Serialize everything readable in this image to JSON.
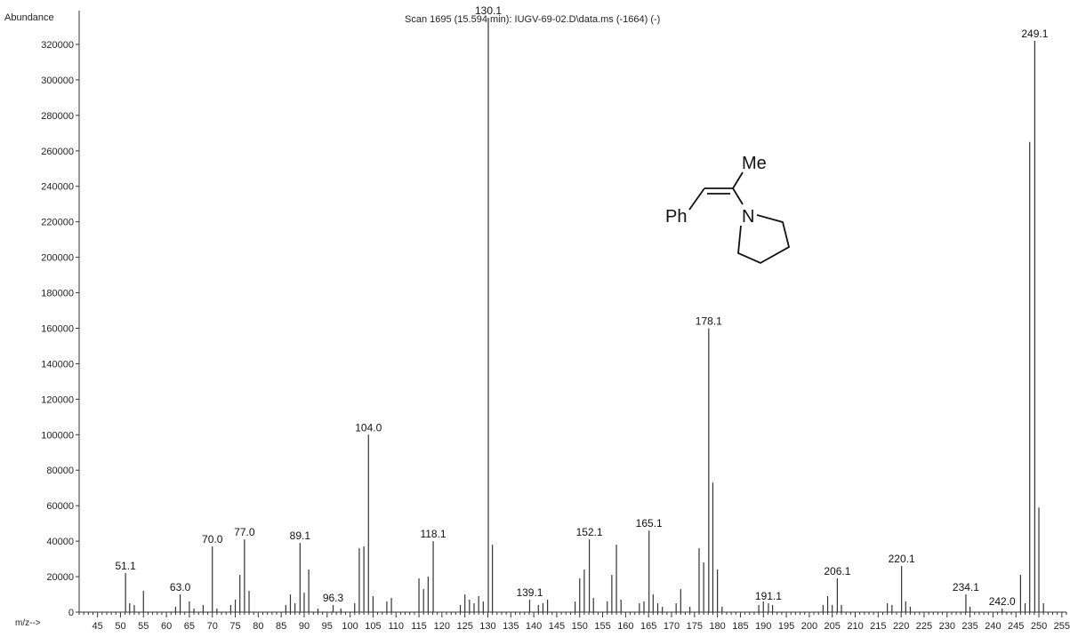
{
  "chart_data": {
    "type": "bar",
    "title": "Scan 1695 (15.594 min): IUGV-69-02.D\\data.ms (-1664) (-)",
    "ylabel": "Abundance",
    "xlabel": "m/z-->",
    "xlim": [
      41,
      256
    ],
    "ylim": [
      0,
      330000
    ],
    "yticks": [
      0,
      20000,
      40000,
      60000,
      80000,
      100000,
      120000,
      140000,
      160000,
      180000,
      200000,
      220000,
      240000,
      260000,
      280000,
      300000,
      320000
    ],
    "xticks": [
      45,
      50,
      55,
      60,
      65,
      70,
      75,
      80,
      85,
      90,
      95,
      100,
      105,
      110,
      115,
      120,
      125,
      130,
      135,
      140,
      145,
      150,
      155,
      160,
      165,
      170,
      175,
      180,
      185,
      190,
      195,
      200,
      205,
      210,
      215,
      220,
      225,
      230,
      235,
      240,
      245,
      250,
      255
    ],
    "peaks": [
      {
        "mz": 51.1,
        "abundance": 22000,
        "label": "51.1"
      },
      {
        "mz": 52,
        "abundance": 5000
      },
      {
        "mz": 53,
        "abundance": 4000
      },
      {
        "mz": 55,
        "abundance": 12000
      },
      {
        "mz": 62,
        "abundance": 3000
      },
      {
        "mz": 63.0,
        "abundance": 10000,
        "label": "63.0"
      },
      {
        "mz": 65,
        "abundance": 6000
      },
      {
        "mz": 66,
        "abundance": 2000
      },
      {
        "mz": 68,
        "abundance": 4000
      },
      {
        "mz": 70.0,
        "abundance": 37000,
        "label": "70.0"
      },
      {
        "mz": 71,
        "abundance": 2000
      },
      {
        "mz": 74,
        "abundance": 4000
      },
      {
        "mz": 75,
        "abundance": 7000
      },
      {
        "mz": 76,
        "abundance": 21000
      },
      {
        "mz": 77.0,
        "abundance": 41000,
        "label": "77.0"
      },
      {
        "mz": 78,
        "abundance": 12000
      },
      {
        "mz": 86,
        "abundance": 4000
      },
      {
        "mz": 87,
        "abundance": 10000
      },
      {
        "mz": 88,
        "abundance": 5000
      },
      {
        "mz": 89.1,
        "abundance": 39000,
        "label": "89.1"
      },
      {
        "mz": 90,
        "abundance": 11000
      },
      {
        "mz": 91,
        "abundance": 24000
      },
      {
        "mz": 93,
        "abundance": 2000
      },
      {
        "mz": 96.3,
        "abundance": 4000,
        "label": "96.3"
      },
      {
        "mz": 98,
        "abundance": 2000
      },
      {
        "mz": 101,
        "abundance": 5000
      },
      {
        "mz": 102,
        "abundance": 36000
      },
      {
        "mz": 103,
        "abundance": 37000
      },
      {
        "mz": 104.0,
        "abundance": 100000,
        "label": "104.0"
      },
      {
        "mz": 105,
        "abundance": 9000
      },
      {
        "mz": 108,
        "abundance": 6000
      },
      {
        "mz": 109,
        "abundance": 8000
      },
      {
        "mz": 115,
        "abundance": 19000
      },
      {
        "mz": 116,
        "abundance": 13000
      },
      {
        "mz": 117,
        "abundance": 20000
      },
      {
        "mz": 118.1,
        "abundance": 40000,
        "label": "118.1"
      },
      {
        "mz": 124,
        "abundance": 4000
      },
      {
        "mz": 125,
        "abundance": 10000
      },
      {
        "mz": 126,
        "abundance": 7000
      },
      {
        "mz": 127,
        "abundance": 5000
      },
      {
        "mz": 128,
        "abundance": 9000
      },
      {
        "mz": 129,
        "abundance": 6000
      },
      {
        "mz": 130.1,
        "abundance": 335000,
        "label": "130.1"
      },
      {
        "mz": 131,
        "abundance": 38000
      },
      {
        "mz": 139.1,
        "abundance": 7000,
        "label": "139.1"
      },
      {
        "mz": 141,
        "abundance": 4000
      },
      {
        "mz": 142,
        "abundance": 5000
      },
      {
        "mz": 143,
        "abundance": 7000
      },
      {
        "mz": 149,
        "abundance": 6000
      },
      {
        "mz": 150,
        "abundance": 19000
      },
      {
        "mz": 151,
        "abundance": 24000
      },
      {
        "mz": 152.1,
        "abundance": 41000,
        "label": "152.1"
      },
      {
        "mz": 153,
        "abundance": 8000
      },
      {
        "mz": 156,
        "abundance": 6000
      },
      {
        "mz": 157,
        "abundance": 21000
      },
      {
        "mz": 158,
        "abundance": 38000
      },
      {
        "mz": 159,
        "abundance": 7000
      },
      {
        "mz": 163,
        "abundance": 5000
      },
      {
        "mz": 164,
        "abundance": 6000
      },
      {
        "mz": 165.1,
        "abundance": 46000,
        "label": "165.1"
      },
      {
        "mz": 166,
        "abundance": 10000
      },
      {
        "mz": 167,
        "abundance": 5000
      },
      {
        "mz": 168,
        "abundance": 3000
      },
      {
        "mz": 171,
        "abundance": 5000
      },
      {
        "mz": 172,
        "abundance": 13000
      },
      {
        "mz": 174,
        "abundance": 3000
      },
      {
        "mz": 176,
        "abundance": 36000
      },
      {
        "mz": 177,
        "abundance": 28000
      },
      {
        "mz": 178.1,
        "abundance": 160000,
        "label": "178.1"
      },
      {
        "mz": 179,
        "abundance": 73000
      },
      {
        "mz": 180,
        "abundance": 24000
      },
      {
        "mz": 181,
        "abundance": 3000
      },
      {
        "mz": 189,
        "abundance": 4000
      },
      {
        "mz": 190,
        "abundance": 6000
      },
      {
        "mz": 191.1,
        "abundance": 5000,
        "label": "191.1"
      },
      {
        "mz": 192,
        "abundance": 4000
      },
      {
        "mz": 203,
        "abundance": 4000
      },
      {
        "mz": 204,
        "abundance": 9000
      },
      {
        "mz": 205,
        "abundance": 4000
      },
      {
        "mz": 206.1,
        "abundance": 19000,
        "label": "206.1"
      },
      {
        "mz": 207,
        "abundance": 4000
      },
      {
        "mz": 217,
        "abundance": 5000
      },
      {
        "mz": 218,
        "abundance": 4000
      },
      {
        "mz": 220.1,
        "abundance": 26000,
        "label": "220.1"
      },
      {
        "mz": 221,
        "abundance": 6000
      },
      {
        "mz": 222,
        "abundance": 3000
      },
      {
        "mz": 234.1,
        "abundance": 10000,
        "label": "234.1"
      },
      {
        "mz": 235,
        "abundance": 3000
      },
      {
        "mz": 242.0,
        "abundance": 2000,
        "label": "242.0"
      },
      {
        "mz": 246,
        "abundance": 21000
      },
      {
        "mz": 247,
        "abundance": 5000
      },
      {
        "mz": 248,
        "abundance": 265000
      },
      {
        "mz": 249.1,
        "abundance": 322000,
        "label": "249.1"
      },
      {
        "mz": 250,
        "abundance": 59000
      },
      {
        "mz": 251,
        "abundance": 5000
      }
    ],
    "grid": false
  },
  "structure": {
    "labels": {
      "methyl": "Me",
      "phenyl": "Ph",
      "nitrogen": "N"
    }
  }
}
